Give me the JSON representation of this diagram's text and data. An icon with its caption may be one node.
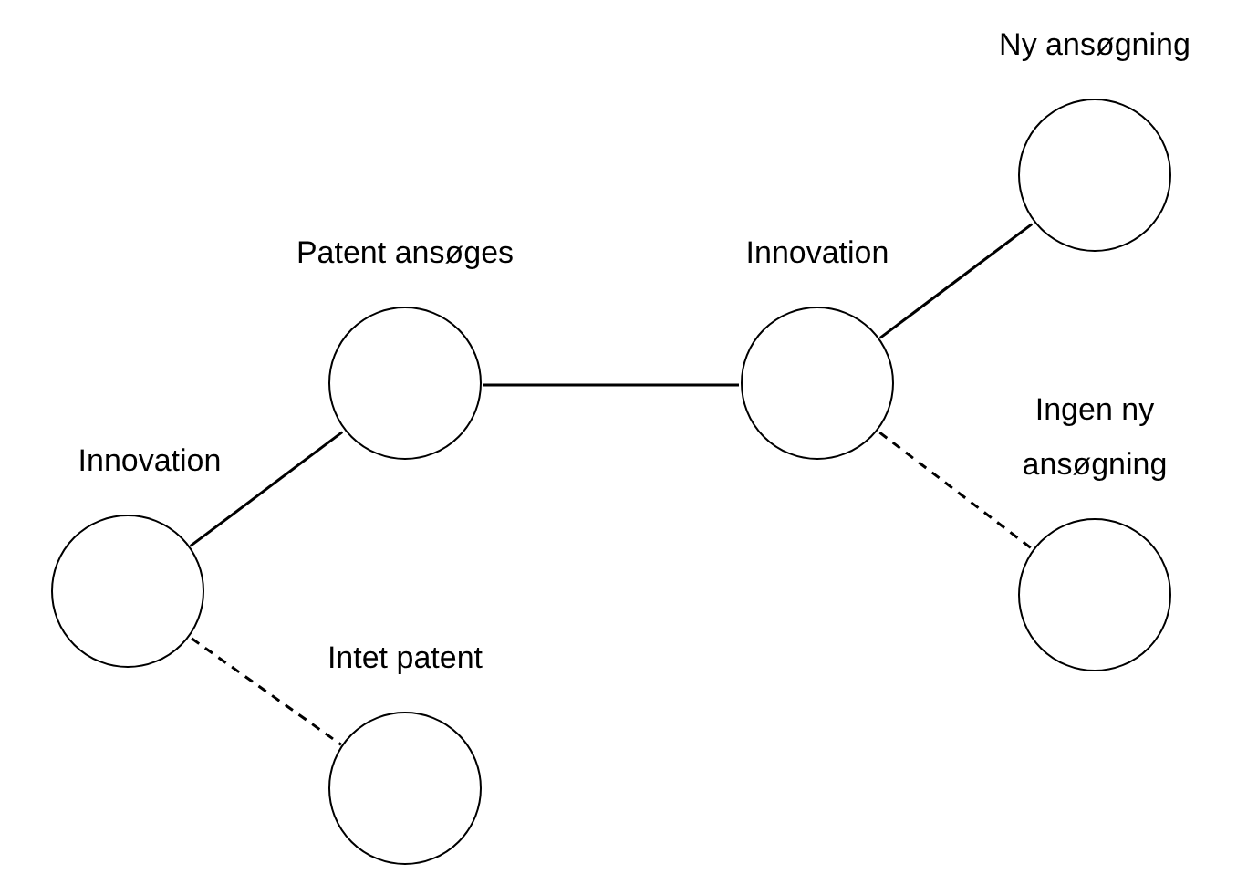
{
  "diagram": {
    "nodes": [
      {
        "text": [
          "Innovation"
        ]
      },
      {
        "text": [
          "Patent ansøges"
        ]
      },
      {
        "text": [
          "Intet patent"
        ]
      },
      {
        "text": [
          "Innovation"
        ]
      },
      {
        "text": [
          "Ny ansøgning"
        ]
      },
      {
        "text": [
          "Ingen ny ansøgning"
        ]
      }
    ],
    "edges": [
      {
        "from": 0,
        "to": 1,
        "arrow": "none"
      },
      {
        "from": 0,
        "to": 2,
        "arrow": "none",
        "style": "dashed"
      },
      {
        "from": 1,
        "to": 3,
        "arrow": "none"
      },
      {
        "from": 3,
        "to": 4,
        "arrow": "none"
      },
      {
        "from": 3,
        "to": 5,
        "arrow": "none",
        "style": "dashed"
      }
    ]
  }
}
